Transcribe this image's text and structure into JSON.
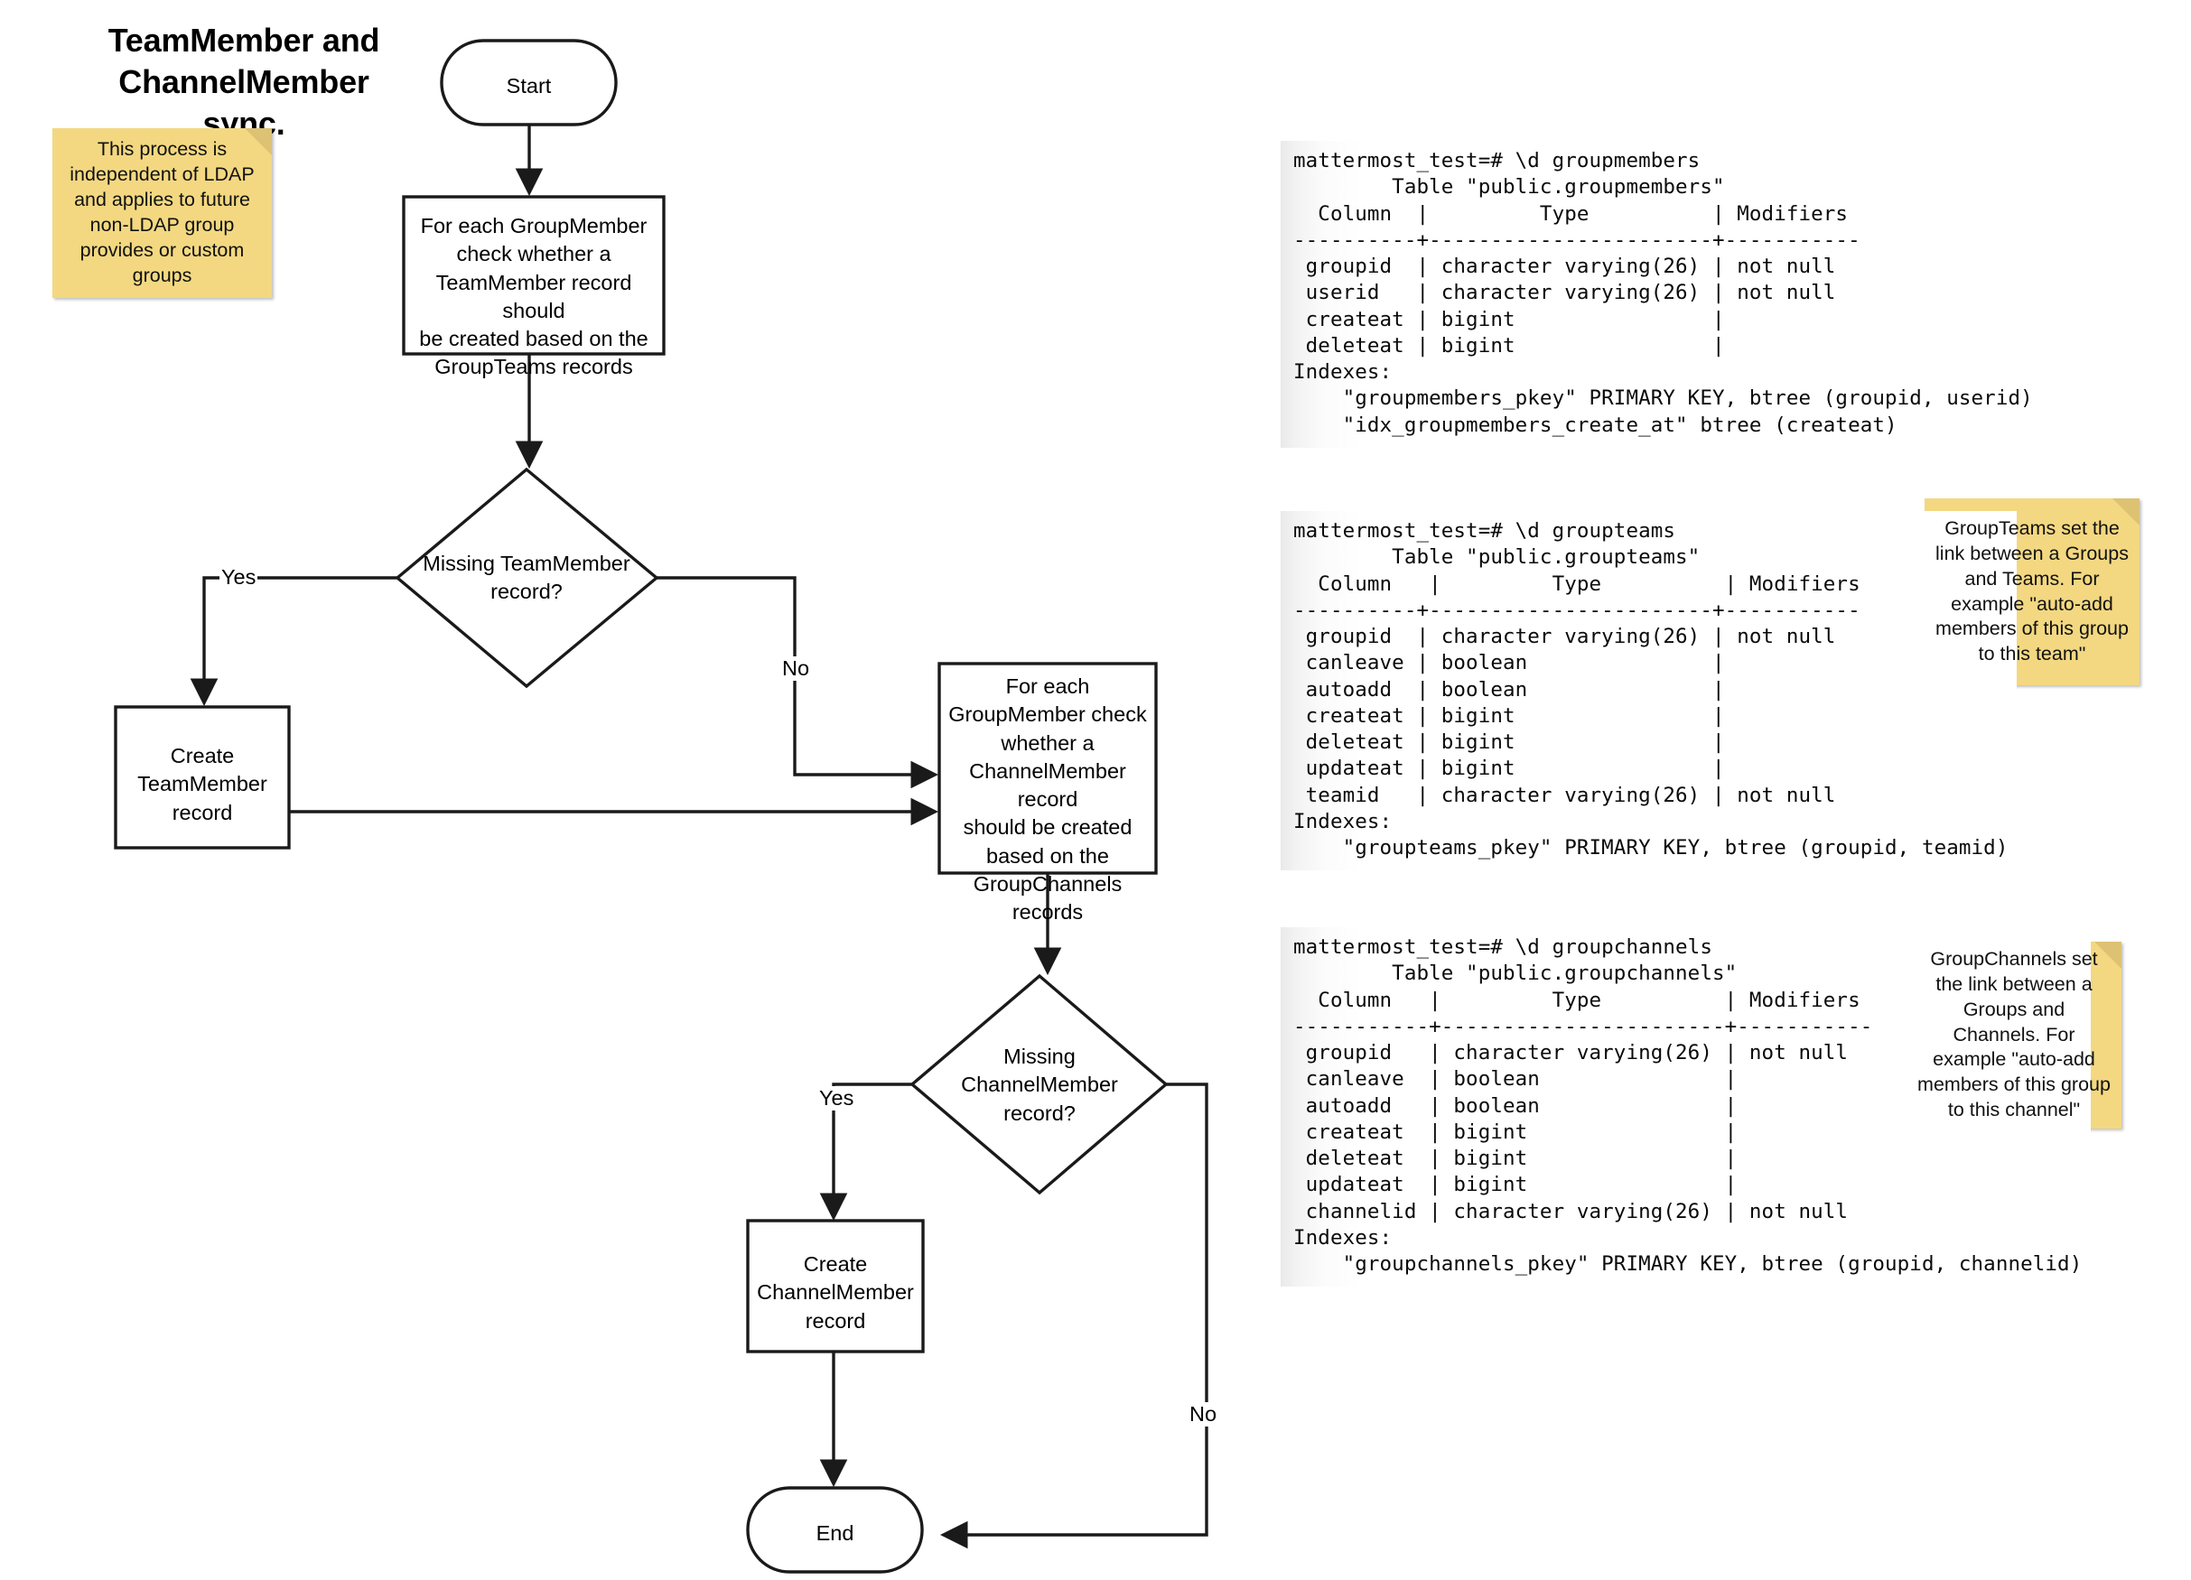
{
  "title": "TeamMember and\nChannelMember sync.",
  "notes": {
    "ldap": "This process is independent of LDAP and applies to future non-LDAP group provides or custom groups",
    "groupteams": "GroupTeams set the link between a Groups and Teams. For example \"auto-add members of this group to this team\"",
    "groupchannels": "GroupChannels set the link between a Groups and Channels. For example \"auto-add members of this group to this channel\""
  },
  "flowchart": {
    "nodes": {
      "start": "Start",
      "check_teammember": "For each GroupMember\ncheck whether a\nTeamMember record should\nbe created based on the\nGroupTeams records",
      "decision_teammember": "Missing TeamMember\nrecord?",
      "create_teammember": "Create\nTeamMember\nrecord",
      "check_channelmember": "For each\nGroupMember check\nwhether a\nChannelMember record\nshould be created\nbased on the\nGroupChannels\nrecords",
      "decision_channelmember": "Missing\nChannelMember\nrecord?",
      "create_channelmember": "Create\nChannelMember\nrecord",
      "end": "End"
    },
    "edge_labels": {
      "teammember_yes": "Yes",
      "teammember_no": "No",
      "channelmember_yes": "Yes",
      "channelmember_no": "No"
    }
  },
  "terminals": {
    "groupmembers": "mattermost_test=# \\d groupmembers\n        Table \"public.groupmembers\"\n  Column  |         Type          | Modifiers\n----------+-----------------------+-----------\n groupid  | character varying(26) | not null\n userid   | character varying(26) | not null\n createat | bigint                |\n deleteat | bigint                |\nIndexes:\n    \"groupmembers_pkey\" PRIMARY KEY, btree (groupid, userid)\n    \"idx_groupmembers_create_at\" btree (createat)",
    "groupteams": "mattermost_test=# \\d groupteams\n        Table \"public.groupteams\"\n  Column   |         Type          | Modifiers\n----------+-----------------------+-----------\n groupid  | character varying(26) | not null\n canleave | boolean               |\n autoadd  | boolean               |\n createat | bigint                |\n deleteat | bigint                |\n updateat | bigint                |\n teamid   | character varying(26) | not null\nIndexes:\n    \"groupteams_pkey\" PRIMARY KEY, btree (groupid, teamid)",
    "groupchannels": "mattermost_test=# \\d groupchannels\n        Table \"public.groupchannels\"\n  Column   |         Type          | Modifiers\n-----------+-----------------------+-----------\n groupid   | character varying(26) | not null\n canleave  | boolean               |\n autoadd   | boolean               |\n createat  | bigint                |\n deleteat  | bigint                |\n updateat  | bigint                |\n channelid | character varying(26) | not null\nIndexes:\n    \"groupchannels_pkey\" PRIMARY KEY, btree (groupid, channelid)"
  }
}
